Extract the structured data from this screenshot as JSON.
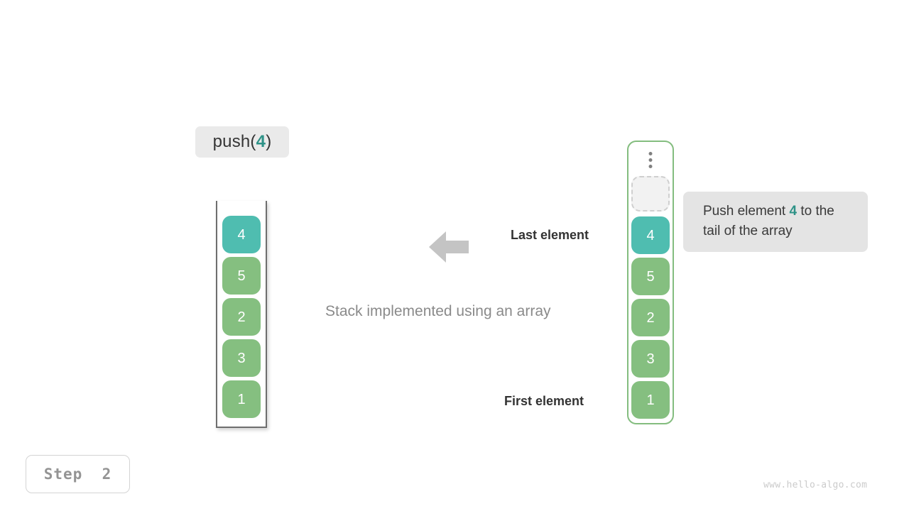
{
  "operation": {
    "prefix": "push(",
    "value": "4",
    "suffix": ")"
  },
  "caption": "Stack implemented using an array",
  "annotations": {
    "last_element": "Last element",
    "first_element": "First element",
    "arrow_icon": "arrow-left-icon"
  },
  "stack": {
    "name": "abstract-stack",
    "cells": [
      {
        "value": "4",
        "state": "highlight"
      },
      {
        "value": "5",
        "state": "normal"
      },
      {
        "value": "2",
        "state": "normal"
      },
      {
        "value": "3",
        "state": "normal"
      },
      {
        "value": "1",
        "state": "normal"
      }
    ]
  },
  "array": {
    "name": "backing-array",
    "overflow_icon": "vertical-ellipsis-icon",
    "empty_slot_label": "",
    "cells": [
      {
        "value": "4",
        "state": "highlight"
      },
      {
        "value": "5",
        "state": "normal"
      },
      {
        "value": "2",
        "state": "normal"
      },
      {
        "value": "3",
        "state": "normal"
      },
      {
        "value": "1",
        "state": "normal"
      }
    ]
  },
  "tooltip": {
    "text_before": "Push element ",
    "accent": "4",
    "text_after": " to the tail of the array"
  },
  "step": {
    "label": "Step  2"
  },
  "watermark": "www.hello-algo.com",
  "colors": {
    "highlight": "#4fbdb0",
    "normal": "#85bf80",
    "accent_text": "#2e9287",
    "arrow": "#c4c4c4",
    "label_bg": "#eaeaea",
    "tooltip_bg": "#e4e4e4",
    "array_border": "#84bd7f",
    "stack_border": "#6e6e6e"
  }
}
